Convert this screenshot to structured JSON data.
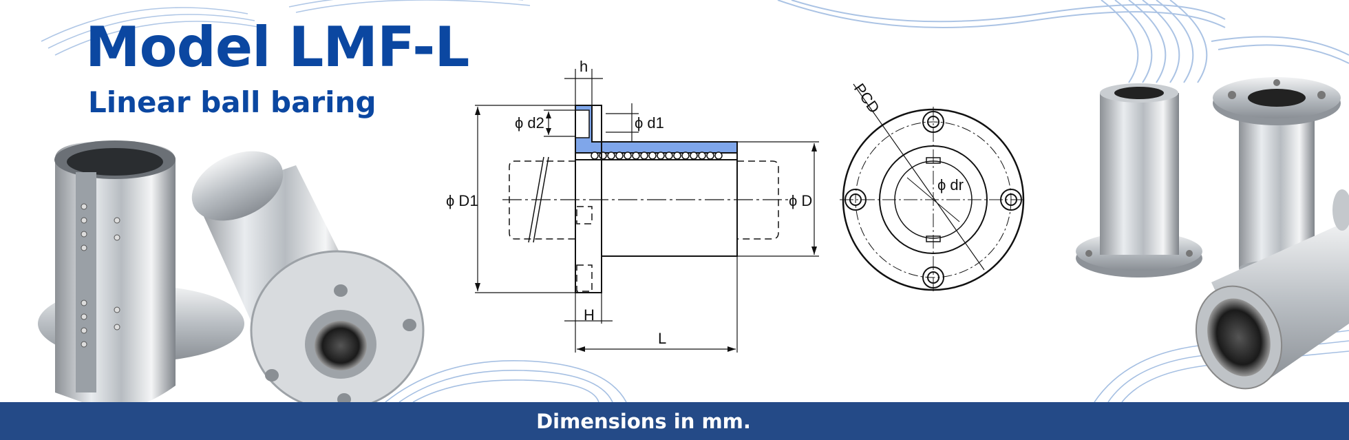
{
  "header": {
    "title": "Model LMF-L",
    "subtitle": "Linear ball baring"
  },
  "footer": {
    "text": "Dimensions in mm."
  },
  "diagram": {
    "side_view": {
      "h": "h",
      "H": "H",
      "L": "L",
      "d1": "ϕ d1",
      "d2": "ϕ d2",
      "D1": "ϕ D1",
      "D": "ϕ D"
    },
    "front_view": {
      "pcd": "PCD",
      "dr": "ϕ dr"
    }
  },
  "colors": {
    "brand_blue": "#0b47a1",
    "banner": "#244a87",
    "section_fill": "#7fa6ea"
  }
}
